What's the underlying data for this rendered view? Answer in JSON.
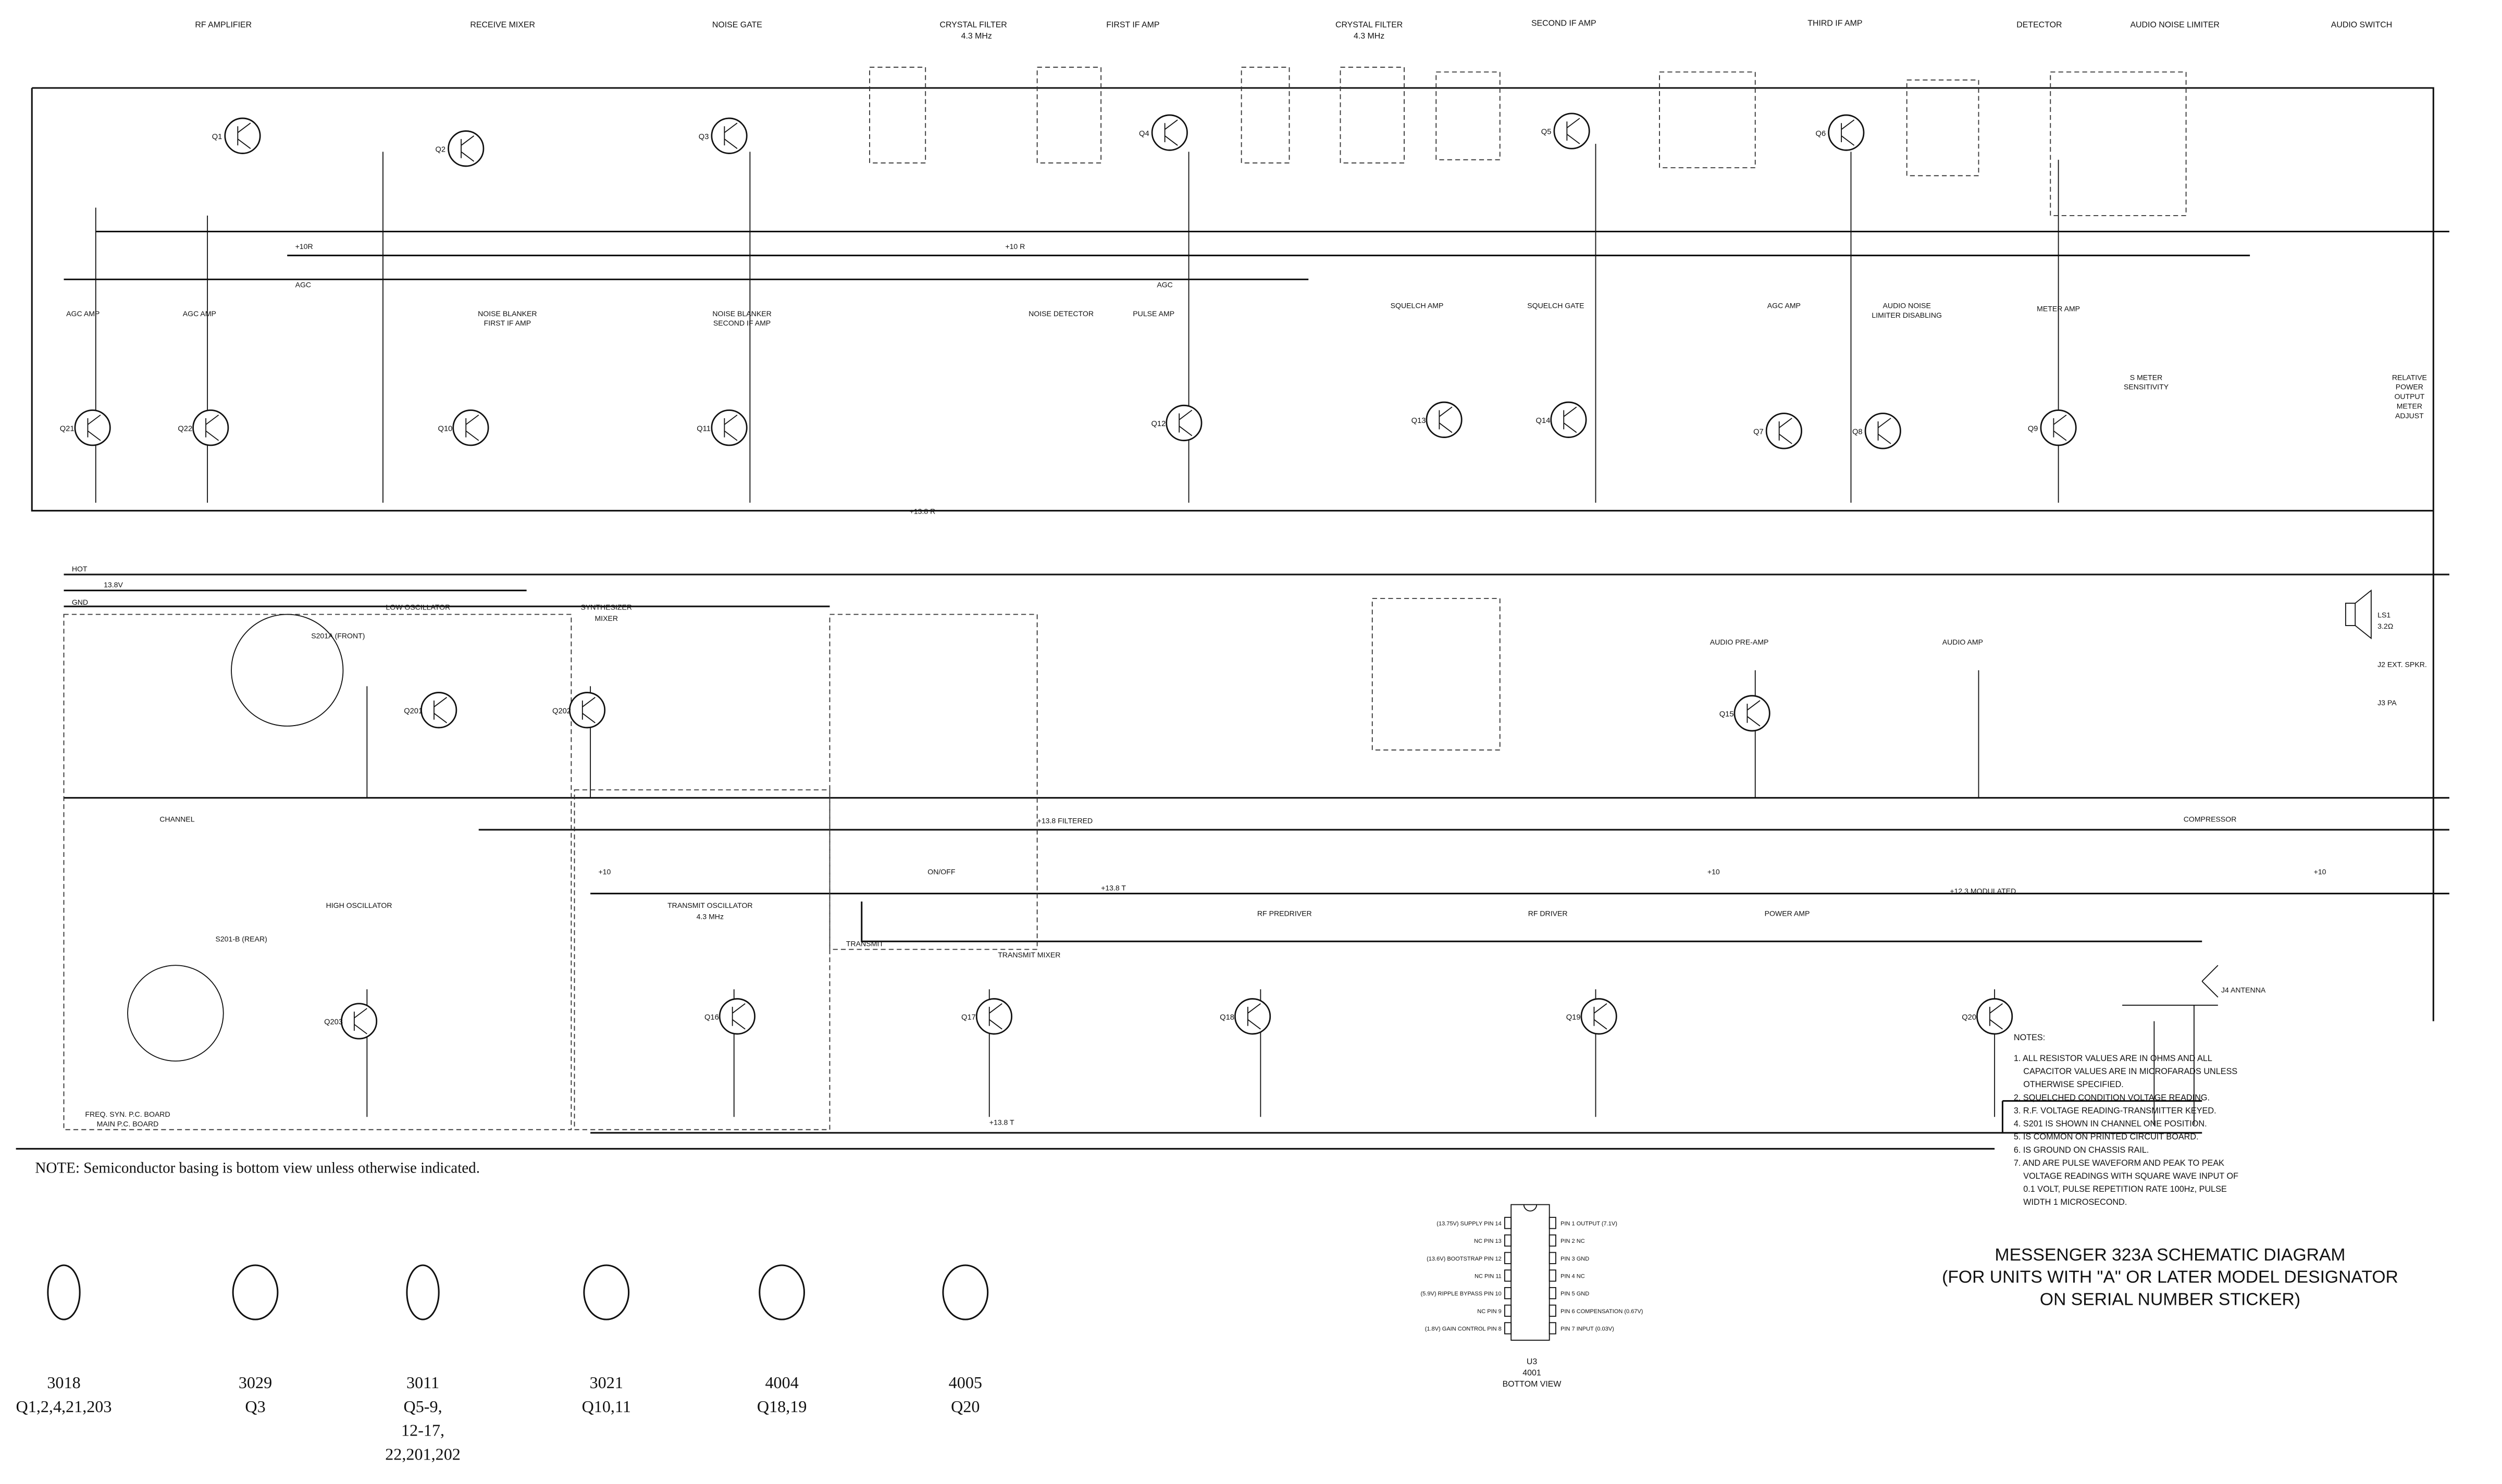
{
  "section_labels_top": [
    "RF AMPLIFIER",
    "RECEIVE MIXER",
    "NOISE GATE",
    "CRYSTAL FILTER",
    "FIRST IF AMP",
    "CRYSTAL FILTER",
    "SECOND IF AMP",
    "THIRD IF AMP",
    "DETECTOR",
    "AUDIO NOISE LIMITER",
    "AUDIO SWITCH"
  ],
  "crystal_filter_freq": [
    "4.3 MHz",
    "4.3 MHz"
  ],
  "section_labels_mid": [
    "AGC AMP",
    "AGC AMP",
    "NOISE BLANKER",
    "FIRST IF AMP",
    "NOISE BLANKER",
    "SECOND IF AMP",
    "NOISE DETECTOR",
    "PULSE AMP",
    "SQUELCH AMP",
    "SQUELCH GATE",
    "AGC AMP",
    "AUDIO NOISE",
    "LIMITER DISABLING",
    "METER AMP",
    "S METER",
    "SENSITIVITY",
    "RELATIVE",
    "POWER",
    "OUTPUT",
    "METER",
    "ADJUST"
  ],
  "section_labels_low": [
    "LOW OSCILLATOR",
    "SYNTHESIZER",
    "MIXER",
    "AUDIO PRE-AMP",
    "AUDIO AMP",
    "HIGH OSCILLATOR",
    "TRANSMIT OSCILLATOR",
    "4.3 MHz",
    "TRANSMIT MIXER",
    "RF PREDRIVER",
    "RF DRIVER",
    "POWER AMP",
    "COMPRESSOR",
    "FREQ. SYN. P.C. BOARD",
    "MAIN P.C. BOARD",
    "TRANSMIT",
    "ON/OFF"
  ],
  "rails": {
    "hot": "HOT",
    "v138": "13.8V",
    "gnd": "GND",
    "plus10r_a": "+10R",
    "agc_a": "AGC",
    "plus10r_b": "+10 R",
    "agc_b": "AGC",
    "plus138r": "+13.8 R",
    "plus138t": "+13.8 T",
    "plus10_a": "+10",
    "plus10_b": "+10",
    "plus123": "+12.3 MODULATED",
    "plus138f": "+13.8 FILTERED",
    "plus10_c": "+10",
    "plus138t_b": "+13.8 T"
  },
  "connectors": {
    "antenna": "J4 ANTENNA",
    "speaker": "LS1",
    "speaker_ohm": "3.2Ω",
    "ext_spkr": "J2 EXT. SPKR.",
    "pa": "J3 PA",
    "channel": "CHANNEL",
    "s201a": "S201A (FRONT)",
    "s201b": "S201-B (REAR)"
  },
  "transistors": [
    "Q1",
    "Q2",
    "Q3",
    "Q4",
    "Q5",
    "Q6",
    "Q21",
    "Q22",
    "Q10",
    "Q11",
    "Q12",
    "Q13",
    "Q14",
    "Q7",
    "Q8",
    "Q9",
    "Q201",
    "Q202",
    "Q15",
    "Q203",
    "Q16",
    "Q17",
    "Q18",
    "Q19",
    "Q20"
  ],
  "notes": {
    "heading": "NOTES:",
    "items": [
      "1. ALL RESISTOR VALUES ARE IN OHMS AND ALL",
      "CAPACITOR VALUES ARE IN MICROFARADS UNLESS",
      "OTHERWISE SPECIFIED.",
      "2. SQUELCHED CONDITION VOLTAGE READING.",
      "3. R.F. VOLTAGE READING-TRANSMITTER KEYED.",
      "4. S201 IS SHOWN IN CHANNEL ONE POSITION.",
      "5. IS COMMON ON PRINTED CIRCUIT BOARD.",
      "6. IS GROUND ON CHASSIS RAIL.",
      "7. AND ARE PULSE WAVEFORM AND PEAK TO PEAK",
      "VOLTAGE READINGS WITH SQUARE WAVE INPUT OF",
      "0.1 VOLT, PULSE REPETITION RATE 100Hz, PULSE",
      "WIDTH 1 MICROSECOND."
    ]
  },
  "title_lines": [
    "MESSENGER 323A SCHEMATIC DIAGRAM",
    "(FOR UNITS WITH \"A\" OR LATER MODEL DESIGNATOR",
    "ON SERIAL NUMBER STICKER)"
  ],
  "basing_note": "NOTE: Semiconductor basing is bottom view unless otherwise indicated.",
  "basing": [
    {
      "type": "3018",
      "use": [
        "Q1,2,4,21,203"
      ]
    },
    {
      "type": "3029",
      "use": [
        "Q3"
      ]
    },
    {
      "type": "3011",
      "use": [
        "Q5-9,",
        "12-17,",
        "22,201,202"
      ]
    },
    {
      "type": "3021",
      "use": [
        "Q10,11"
      ]
    },
    {
      "type": "4004",
      "use": [
        "Q18,19"
      ]
    },
    {
      "type": "4005",
      "use": [
        "Q20"
      ]
    }
  ],
  "u3": {
    "left_pins": [
      "(13.75V) SUPPLY PIN 14",
      "NC PIN 13",
      "(13.6V) BOOTSTRAP PIN 12",
      "NC PIN 11",
      "(5.9V) RIPPLE BYPASS PIN 10",
      "NC PIN 9",
      "(1.8V) GAIN CONTROL PIN 8"
    ],
    "right_pins": [
      "PIN 1 OUTPUT (7.1V)",
      "PIN 2 NC",
      "PIN 3 GND",
      "PIN 4 NC",
      "PIN 5 GND",
      "PIN 6 COMPENSATION (0.67V)",
      "PIN 7 INPUT (0.03V)"
    ],
    "name": "U3",
    "part": "4001",
    "view": "BOTTOM VIEW"
  }
}
